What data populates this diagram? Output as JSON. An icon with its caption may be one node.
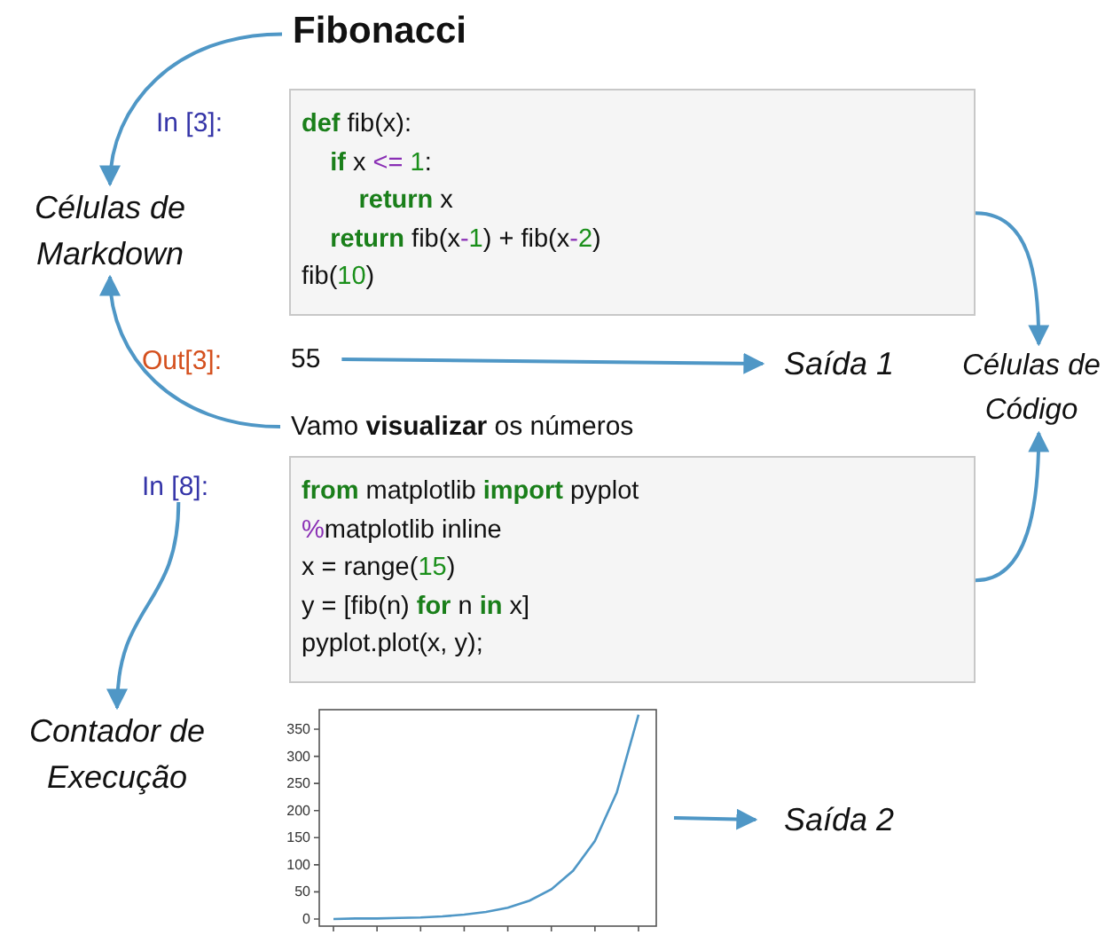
{
  "diagram": {
    "nodes": [
      {
        "text": [
          "Fibonacci"
        ]
      },
      {
        "text": [
          "Células de Markdown"
        ]
      },
      {
        "text": [
          "**def** fib(x):",
          "    **if** x <= 1:",
          "        **return** x",
          "    **return** fib(x-1) + fib(x-2)",
          "fib(10)"
        ]
      },
      {
        "text": [
          "55"
        ]
      },
      {
        "text": [
          "Saída 1"
        ]
      },
      {
        "text": [
          "Células de Código"
        ]
      },
      {
        "text": [
          "Vamo **visualizar** os números"
        ]
      },
      {
        "text": [
          "In [8]:"
        ]
      },
      {
        "text": [
          "**from** matplotlib **import** pyplot",
          "%matplotlib inline",
          "x = range(15)",
          "y = [fib(n) **for** n **in** x]",
          "pyplot.plot(x, y);"
        ]
      },
      {
        "text": [
          "Contador de Execução"
        ]
      },
      {
        "text": [],
        "shape": "picture"
      },
      {
        "text": [
          "Saída 2"
        ]
      }
    ],
    "edges": [
      {
        "from": 0,
        "to": 1,
        "arrow": "to"
      },
      {
        "from": 6,
        "to": 1,
        "arrow": "to"
      },
      {
        "from": 2,
        "to": 5,
        "arrow": "to"
      },
      {
        "from": 3,
        "to": 4,
        "arrow": "to"
      },
      {
        "from": 8,
        "to": 5,
        "arrow": "to"
      },
      {
        "from": 7,
        "to": 9,
        "arrow": "to"
      },
      {
        "from": 10,
        "to": 11,
        "arrow": "to"
      }
    ],
    "labels": [
      "In [3]:",
      "Out[3]:"
    ],
    "chart_data": {
      "type": "line",
      "categories": [
        null,
        null,
        null,
        null,
        null,
        null,
        null,
        null,
        null,
        null,
        null,
        null,
        null,
        null,
        null
      ],
      "series": [
        {
          "color": "#4f97c6",
          "values": [
            0,
            1,
            1,
            2,
            3,
            5,
            8,
            13,
            21,
            34,
            55,
            89,
            144,
            233,
            377
          ]
        }
      ],
      "yticks": [
        0,
        50,
        100,
        150,
        200,
        250,
        300,
        350
      ],
      "ylim": [
        -13.1,
        386
      ]
    }
  }
}
